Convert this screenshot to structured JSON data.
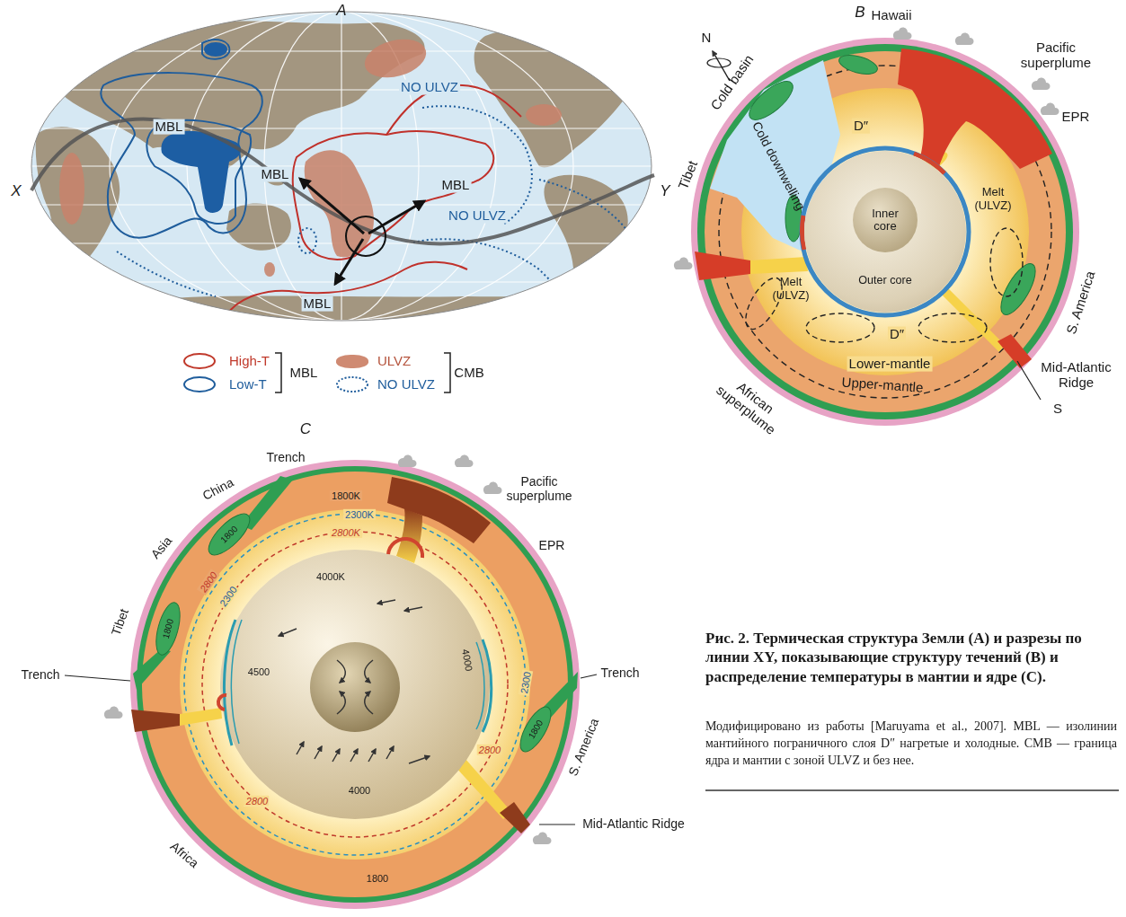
{
  "diagram": {
    "title": "Рис. 2. Термическая структура Земли (A) и разрезы по линии XY, показывающие структуру течений (B) и распределение температуры в мантии и ядре (C).",
    "caption": "Модифицировано из работы [Maruyama et al., 2007]. MBL — изолинии мантийного пограничного слоя D″ нагретые и холодные. CMB — граница ядра и мантии с зоной ULVZ и без нее.",
    "nodes": [
      {
        "text": [
          "Outer core"
        ]
      },
      {
        "text": [
          "Inner core"
        ],
        "in": 0
      }
    ],
    "labels": [
      "A",
      "B",
      "C",
      "X",
      "Y",
      "MBL",
      "MBL",
      "MBL",
      "MBL",
      "NO ULVZ",
      "NO ULVZ",
      "MBL",
      "CMB",
      "N",
      "Cold basin",
      "Hawaii",
      "Pacific superplume",
      "EPR",
      "D″",
      "Cold downwelling",
      "Melt (ULVZ)",
      "Tibet",
      "Melt (ULVZ)",
      "S. America",
      "D″",
      "Lower-mantle",
      "Upper-mantle",
      "African superplume",
      "Mid-Atlantic Ridge",
      "S",
      "Trench",
      "China",
      "Pacific superplume",
      "1800K",
      "2300K",
      "2800K",
      "Asia",
      "1800",
      "EPR",
      "Tibet",
      "2800",
      "2300",
      "4000K",
      "4500",
      "1800",
      "4000",
      "Trench",
      "2300",
      "Trench",
      "1800",
      "2800",
      "S. America",
      "4000",
      "2800",
      "Mid-Atlantic Ridge",
      "1800",
      "Africa"
    ],
    "legend": [
      {
        "text": "High-T"
      },
      {
        "text": "Low-T"
      },
      {
        "text": "ULVZ",
        "color": "#cf8a72"
      },
      {
        "text": "NO ULVZ"
      }
    ]
  }
}
